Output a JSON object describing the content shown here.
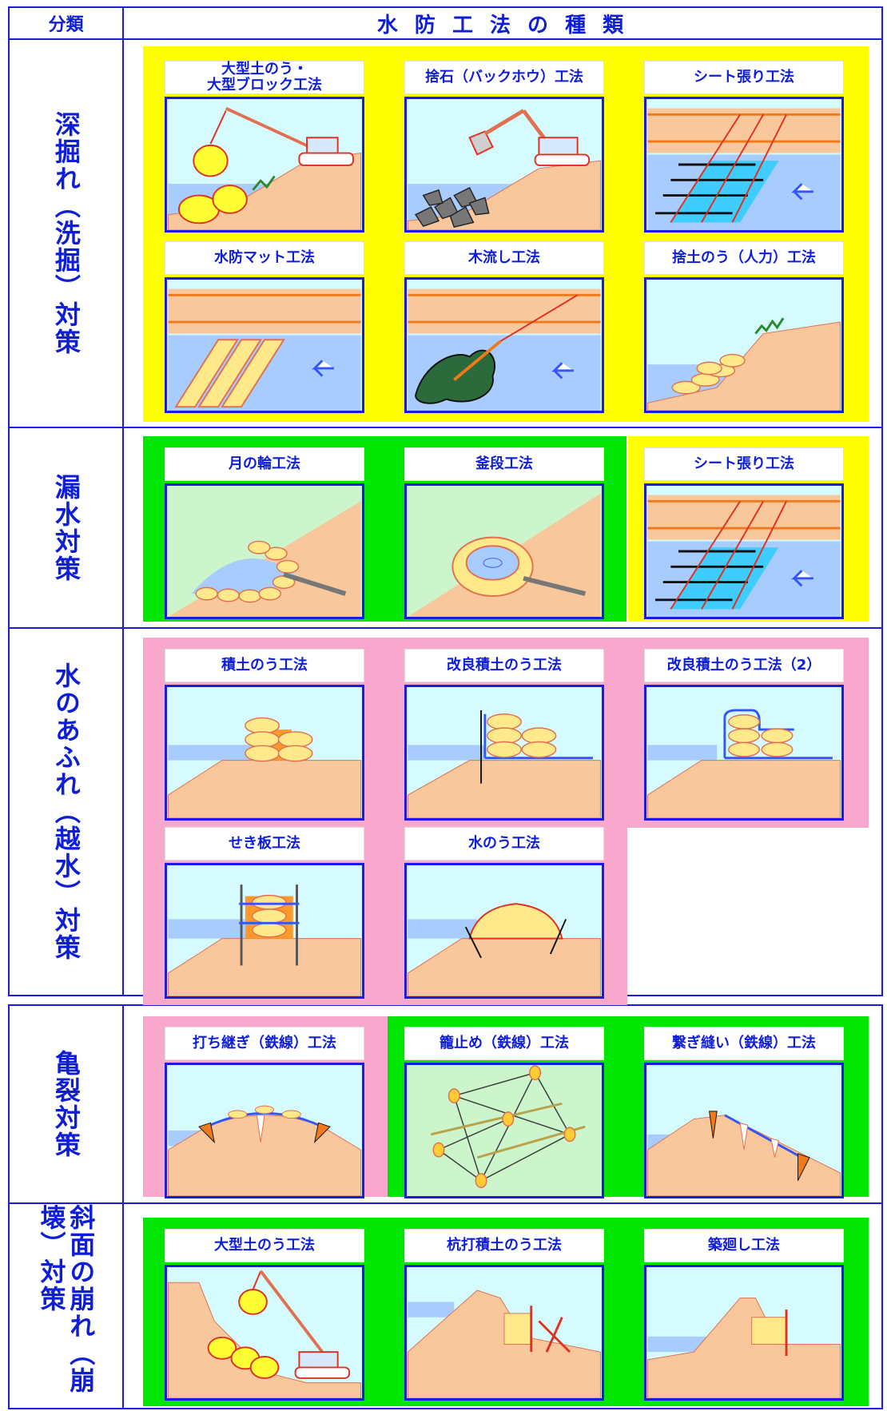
{
  "header": {
    "category": "分類",
    "title": "水 防 工 法 の 種 類"
  },
  "colors": {
    "yellow": "#ffff00",
    "green": "#00e600",
    "pink": "#f7a8cc",
    "blue": "#1a1ae0",
    "water": "#a9ccff",
    "sky": "#d6fbff",
    "soil": "#f8c79b",
    "bag": "#ffe98a"
  },
  "sections": [
    {
      "label": "深掘れ（洗掘）対策",
      "panels": [
        "大型土のう・\n大型ブロック工法",
        "捨石（バックホウ）工法",
        "シート張り工法",
        "水防マット工法",
        "木流し工法",
        "捨土のう（人力）工法"
      ]
    },
    {
      "label": "漏水対策",
      "panels": [
        "月の輪工法",
        "釜段工法",
        "シート張り工法"
      ]
    },
    {
      "label": "水のあふれ（越水）対策",
      "panels": [
        "積土のう工法",
        "改良積土のう工法",
        "改良積土のう工法（2）",
        "せき板工法",
        "水のう工法"
      ]
    },
    {
      "label": "亀裂対策",
      "panels": [
        "打ち継ぎ（鉄線）工法",
        "籠止め（鉄線）工法",
        "繋ぎ縫い（鉄線）工法"
      ]
    },
    {
      "label": "斜面の崩れ（崩壊）対策",
      "panels": [
        "大型土のう工法",
        "杭打積土のう工法",
        "築廻し工法"
      ]
    }
  ]
}
